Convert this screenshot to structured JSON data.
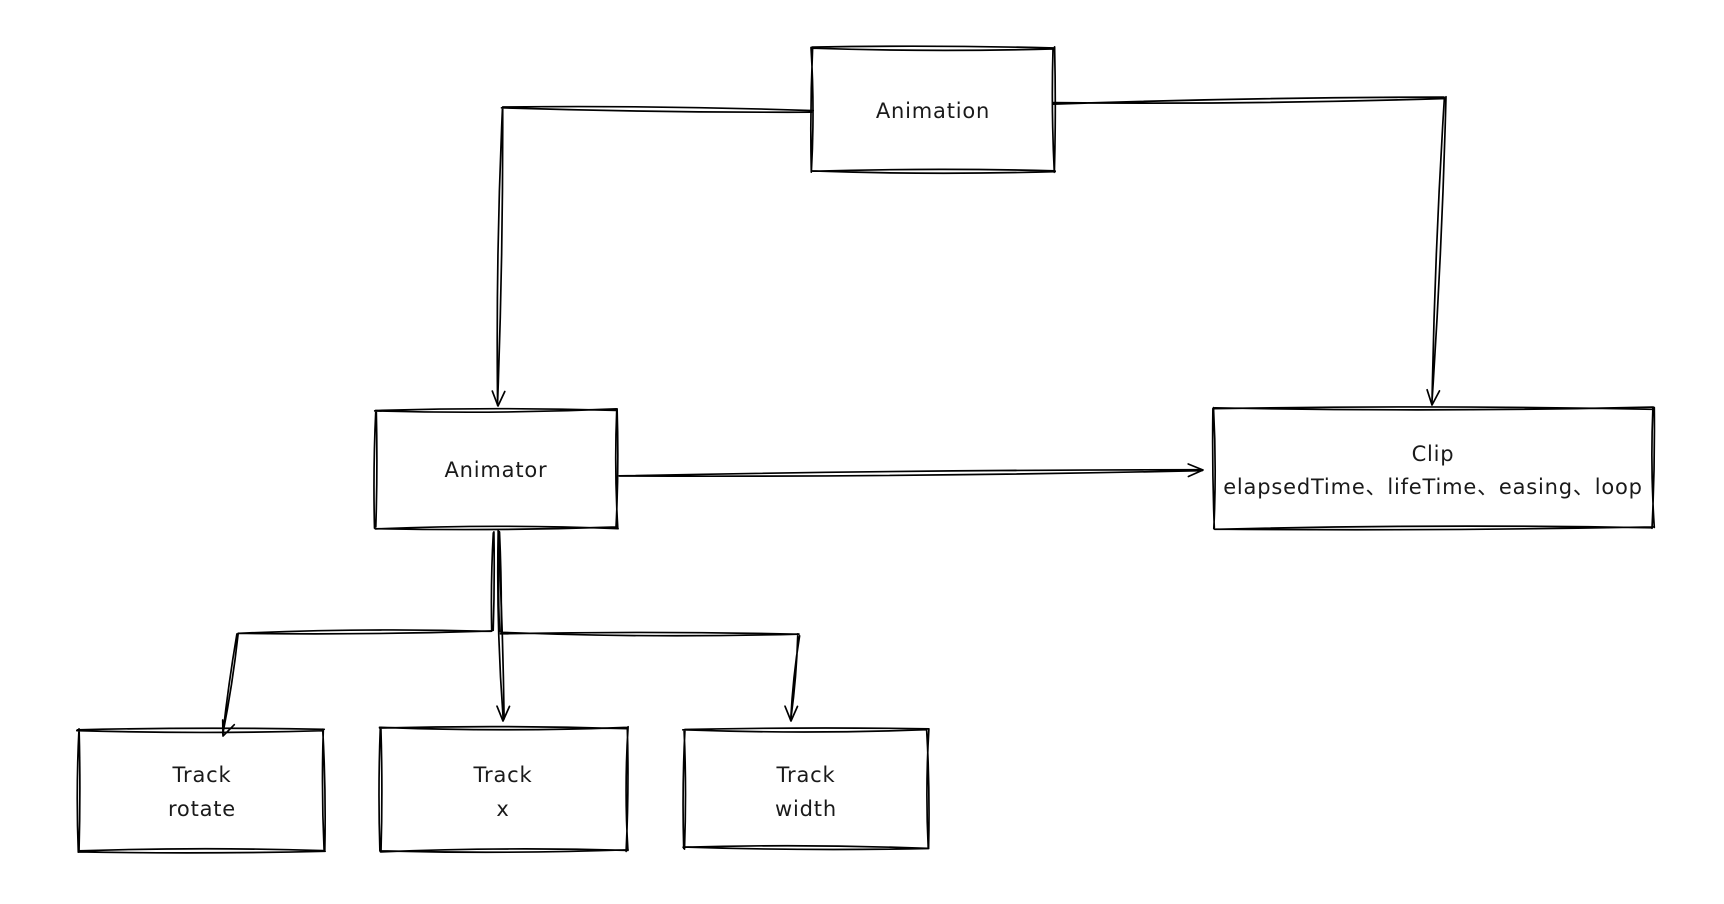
{
  "canvas": {
    "background_color": "#ffffff",
    "line_color": "#000000",
    "text_color": "#1a1a1a"
  },
  "diagram": {
    "nodes": {
      "animation": {
        "label": "Animation"
      },
      "animator": {
        "label": "Animator"
      },
      "clip": {
        "title": "Clip",
        "attributes": "elapsedTime、lifeTime、easing、loop"
      },
      "track_rotate": {
        "line1": "Track",
        "line2": "rotate"
      },
      "track_x": {
        "line1": "Track",
        "line2": "x"
      },
      "track_width": {
        "line1": "Track",
        "line2": "width"
      }
    },
    "edges": [
      {
        "from": "animation",
        "to": "animator"
      },
      {
        "from": "animation",
        "to": "clip"
      },
      {
        "from": "animator",
        "to": "clip"
      },
      {
        "from": "animator",
        "to": "track_rotate"
      },
      {
        "from": "animator",
        "to": "track_x"
      },
      {
        "from": "animator",
        "to": "track_width"
      }
    ]
  }
}
